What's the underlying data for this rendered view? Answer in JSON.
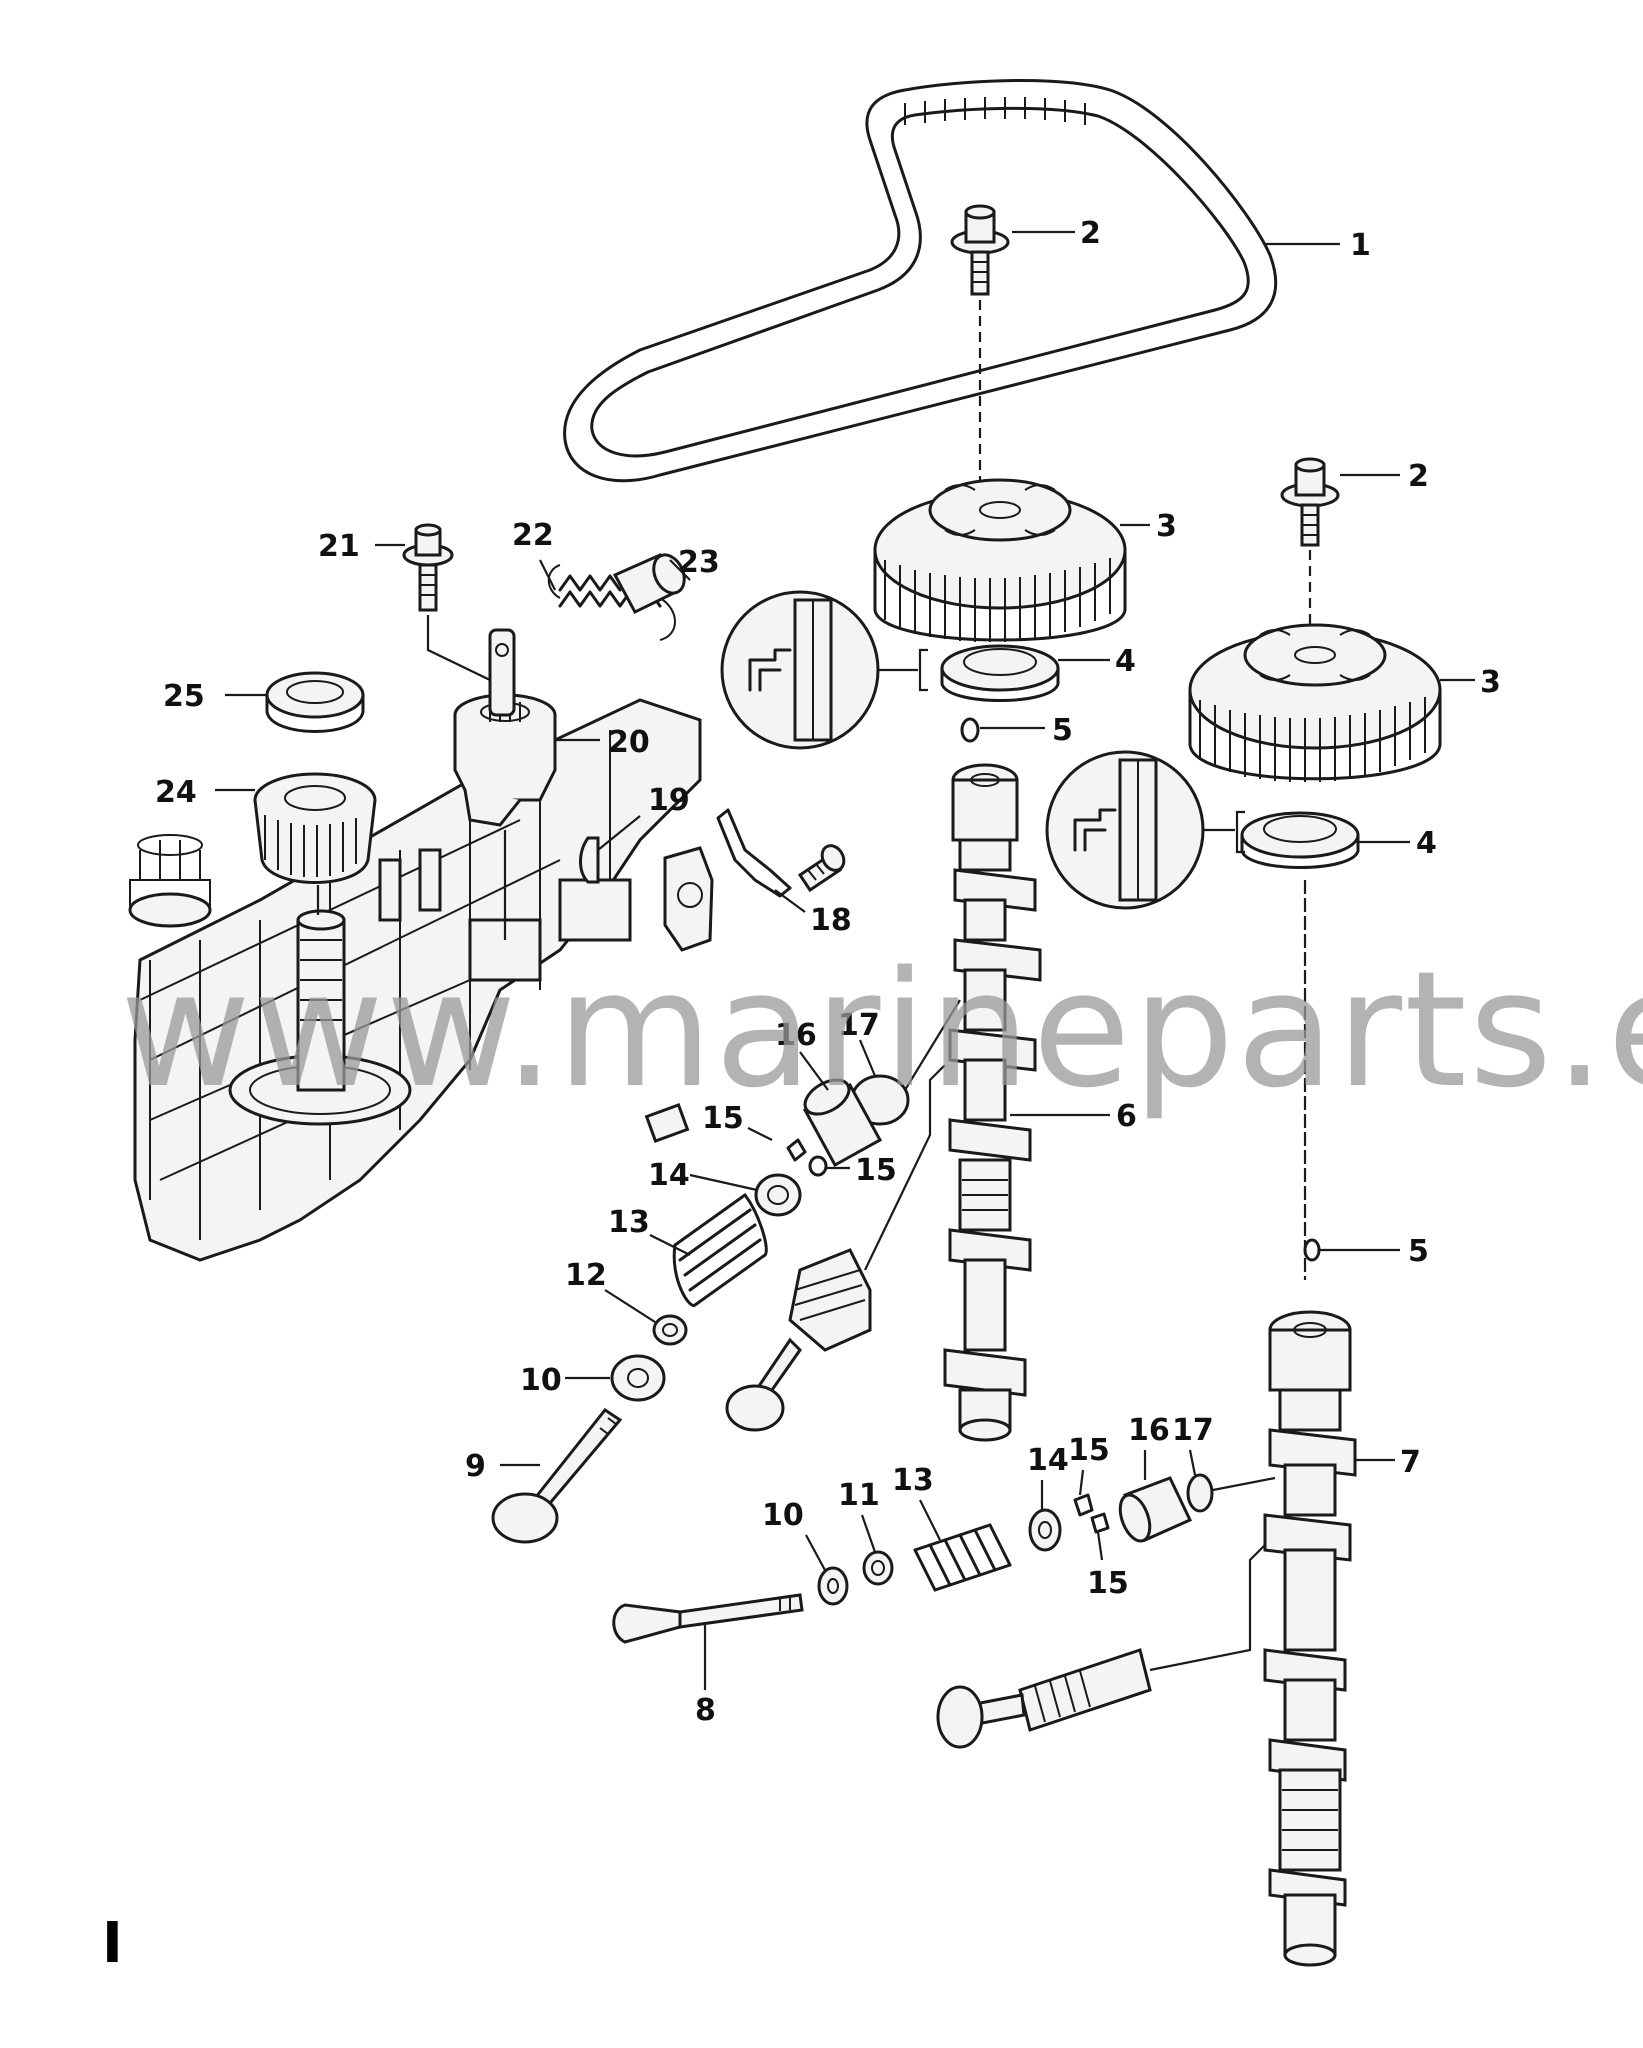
{
  "diagram": {
    "callouts": [
      "1",
      "2",
      "2",
      "3",
      "3",
      "4",
      "4",
      "5",
      "5",
      "6",
      "7",
      "8",
      "9",
      "10",
      "10",
      "11",
      "12",
      "13",
      "13",
      "14",
      "14",
      "15",
      "15",
      "15",
      "15",
      "16",
      "16",
      "17",
      "17",
      "18",
      "19",
      "20",
      "21",
      "22",
      "23",
      "24",
      "25"
    ]
  },
  "watermark": "www.marineparts.eu",
  "page_mark": "I"
}
